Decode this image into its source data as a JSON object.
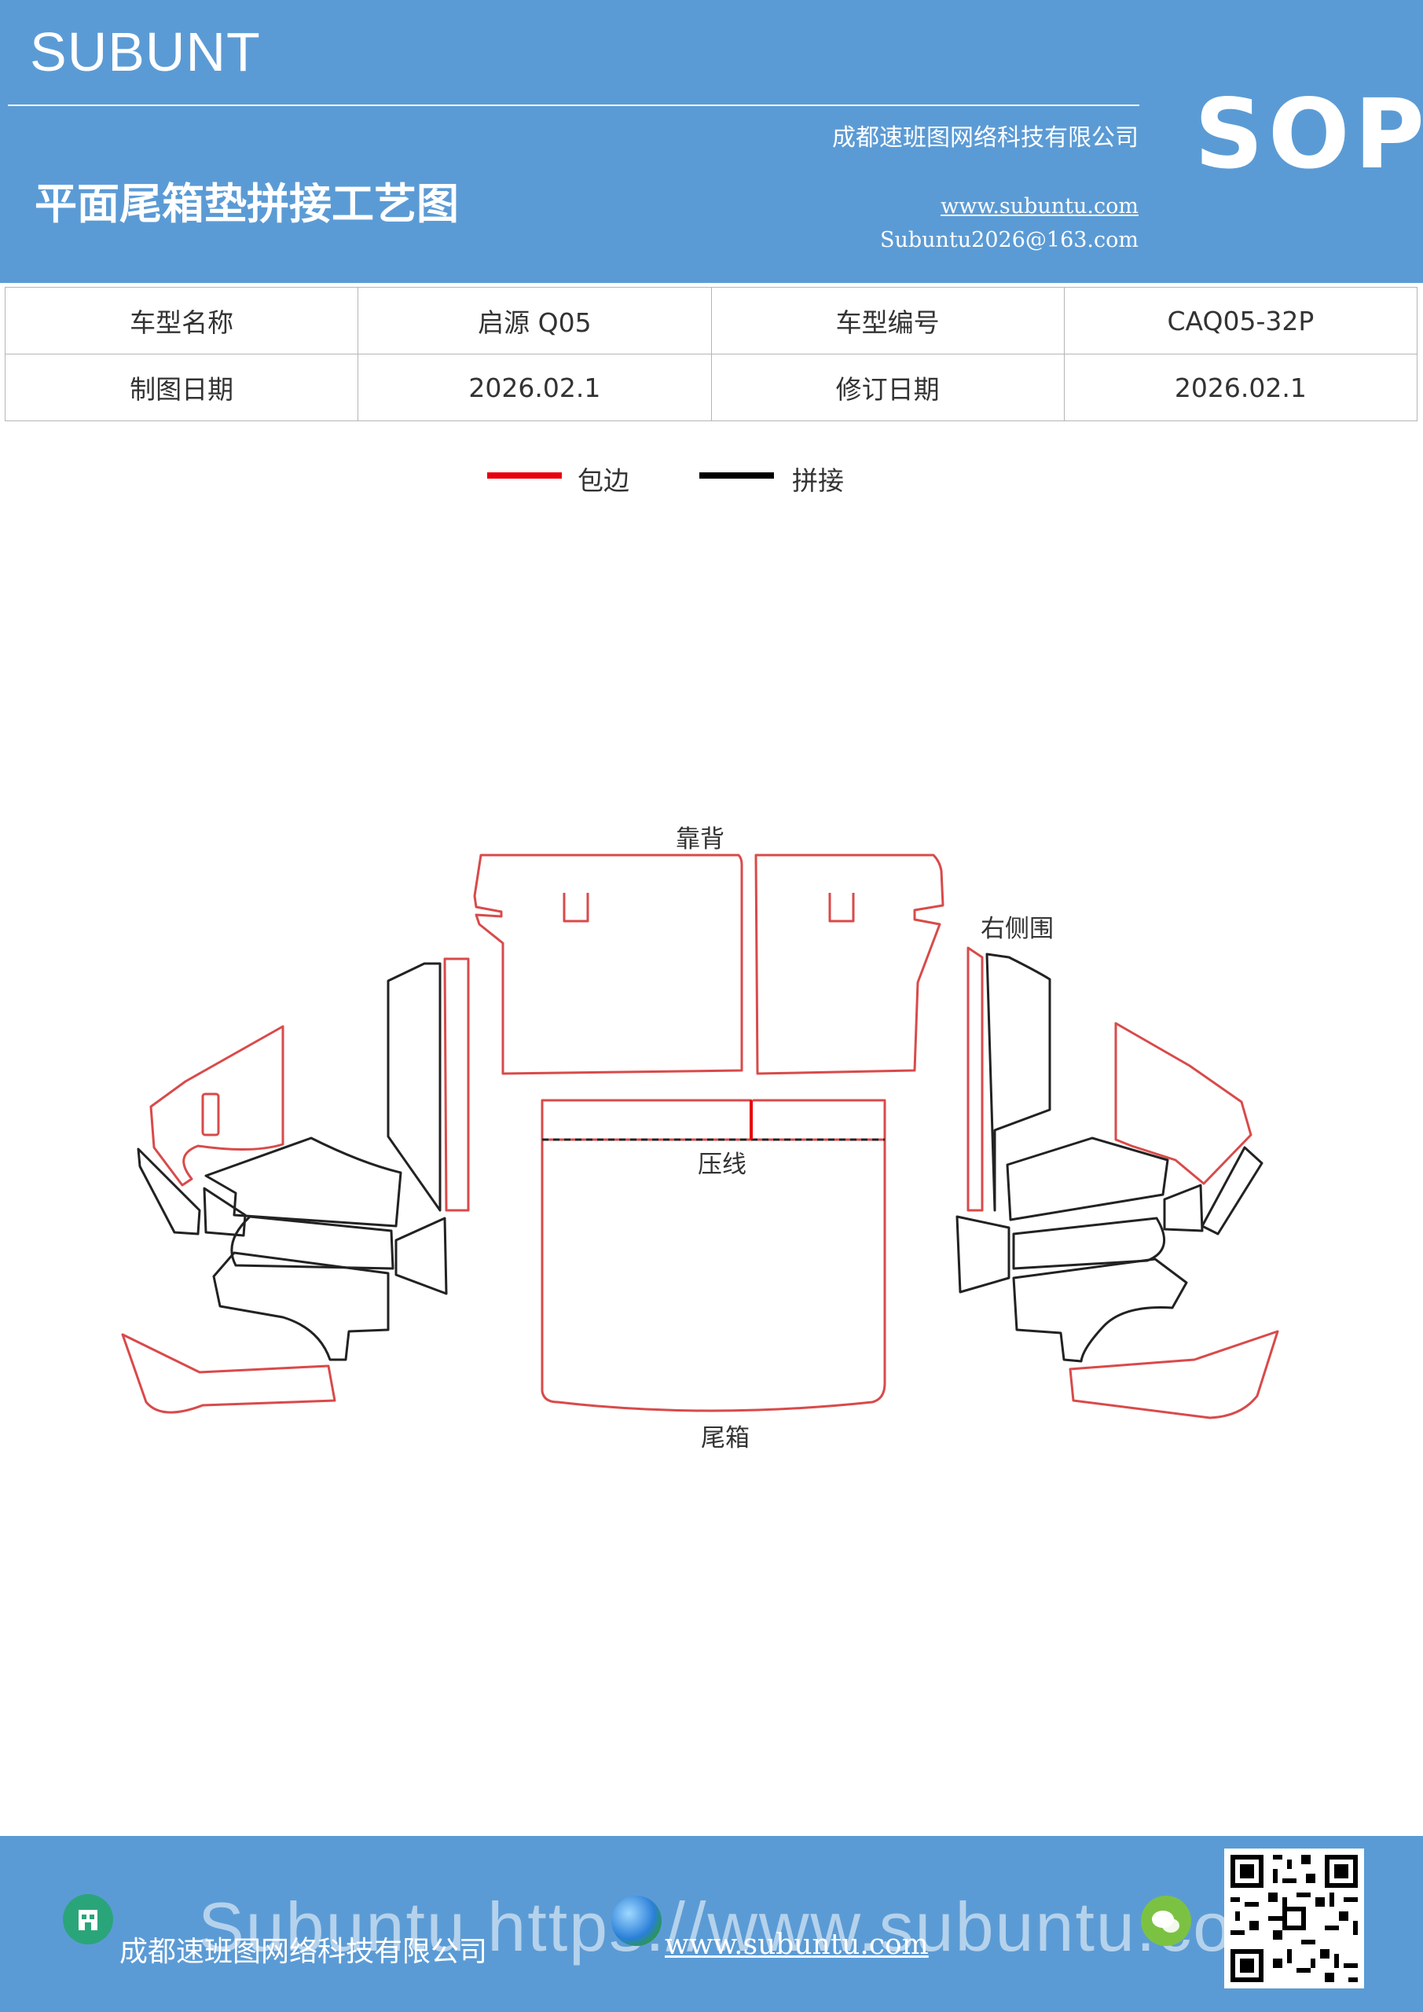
{
  "header": {
    "brand": "SUBUNT",
    "company": "成都速班图网络科技有限公司",
    "title": "平面尾箱垫拼接工艺图",
    "website": "www.subuntu.com",
    "email": "Subuntu2026@163.com",
    "badge": "SOP"
  },
  "info": {
    "model_name_label": "车型名称",
    "model_name": "启源 Q05",
    "model_code_label": "车型编号",
    "model_code": "CAQ05-32P",
    "draw_date_label": "制图日期",
    "draw_date": "2026.02.1",
    "revise_date_label": "修订日期",
    "revise_date": "2026.02.1"
  },
  "legend": {
    "items": [
      {
        "label": "包边",
        "color": "#e8000b"
      },
      {
        "label": "拼接",
        "color": "#000000"
      }
    ]
  },
  "diagram": {
    "label_backrest": "靠背",
    "label_right_side": "右侧围",
    "label_crease": "压线",
    "label_trunk": "尾箱",
    "edge_color": "#d94a4a",
    "seam_color": "#222222"
  },
  "footer": {
    "company": "成都速班图网络科技有限公司",
    "website": "www.subuntu.com",
    "watermark": "Subuntu  https://www.subuntu.com"
  },
  "colors": {
    "brand_blue": "#5b9bd5"
  }
}
